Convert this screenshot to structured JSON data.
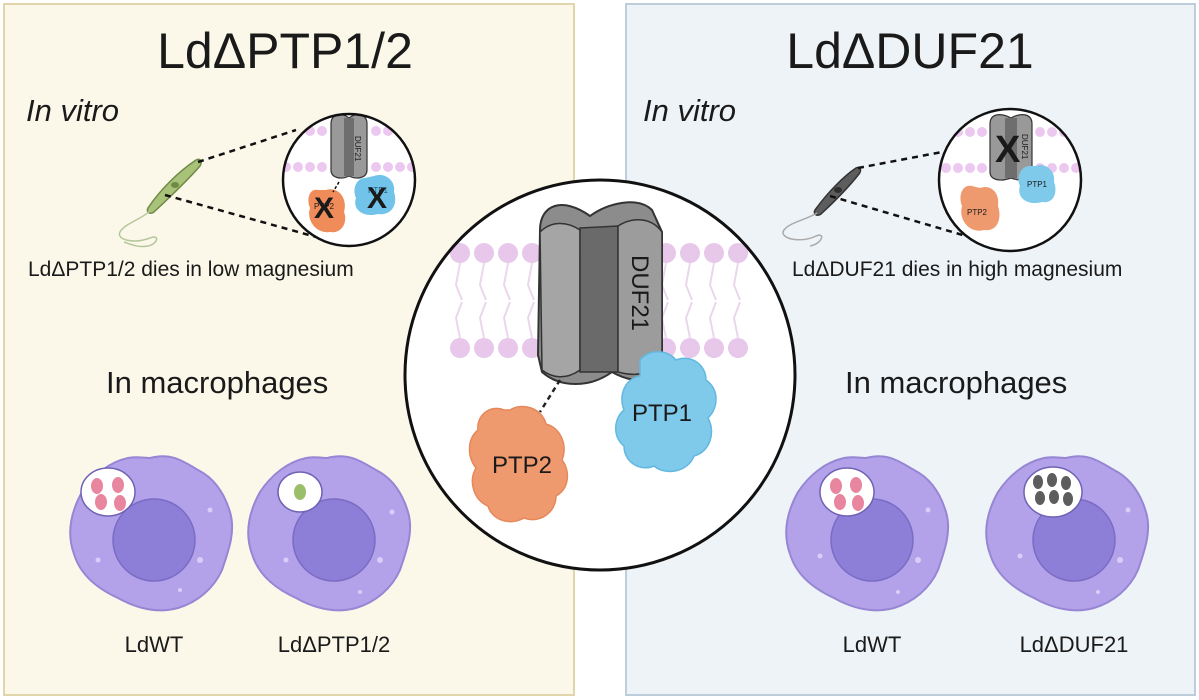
{
  "left_panel": {
    "title": "LdΔPTP1/2",
    "in_vitro_label": "In vitro",
    "in_vitro_caption": "LdΔPTP1/2 dies in low magnesium",
    "inset": {
      "channel_label": "DUF21",
      "ptp2_label": "PTP2",
      "ptp1_label": "PTP1",
      "knockout_mark": "X"
    },
    "macrophage_heading": "In macrophages",
    "cells": [
      {
        "label": "LdWT"
      },
      {
        "label": "LdΔPTP1/2"
      }
    ]
  },
  "right_panel": {
    "title": "LdΔDUF21",
    "in_vitro_label": "In vitro",
    "in_vitro_caption": "LdΔDUF21 dies in high magnesium",
    "inset": {
      "channel_label": "DUF21",
      "ptp2_label": "PTP2",
      "ptp1_label": "PTP1",
      "knockout_mark": "X"
    },
    "macrophage_heading": "In macrophages",
    "cells": [
      {
        "label": "LdWT"
      },
      {
        "label": "LdΔDUF21"
      }
    ]
  },
  "center": {
    "channel_label": "DUF21",
    "ptp1_label": "PTP1",
    "ptp2_label": "PTP2"
  },
  "colors": {
    "left_bg": "#fbf8ea",
    "right_bg": "#eef3f7",
    "membrane": "#e7c8ea",
    "channel": "#8a8a8a",
    "ptp1": "#7fc9ea",
    "ptp2": "#ef9a6e",
    "macrophage": "#b0a0e8",
    "nucleus": "#8c7ed8",
    "wt_parasite": "#e87a98",
    "ptp_ko_parasite": "#9bbe6a",
    "duf_ko_parasite": "#5d5d5d"
  }
}
